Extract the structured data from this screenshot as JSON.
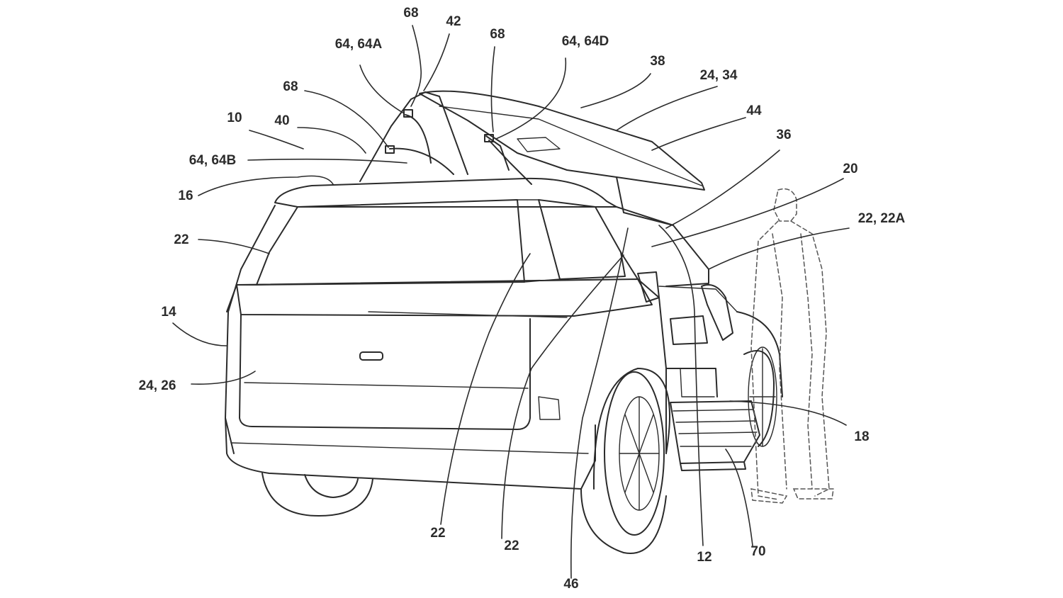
{
  "labels": {
    "ref_10": "10",
    "ref_12": "12",
    "ref_14": "14",
    "ref_16": "16",
    "ref_18": "18",
    "ref_20": "20",
    "ref_22_a": "22",
    "ref_22_b": "22",
    "ref_22_c": "22",
    "ref_22_22a": "22, 22A",
    "ref_24_26": "24, 26",
    "ref_24_34": "24, 34",
    "ref_36": "36",
    "ref_38": "38",
    "ref_40": "40",
    "ref_42": "42",
    "ref_44": "44",
    "ref_46": "46",
    "ref_64_64a": "64, 64A",
    "ref_64_64b": "64, 64B",
    "ref_64_64d": "64, 64D",
    "ref_68_a": "68",
    "ref_68_b": "68",
    "ref_68_c": "68",
    "ref_70": "70"
  }
}
